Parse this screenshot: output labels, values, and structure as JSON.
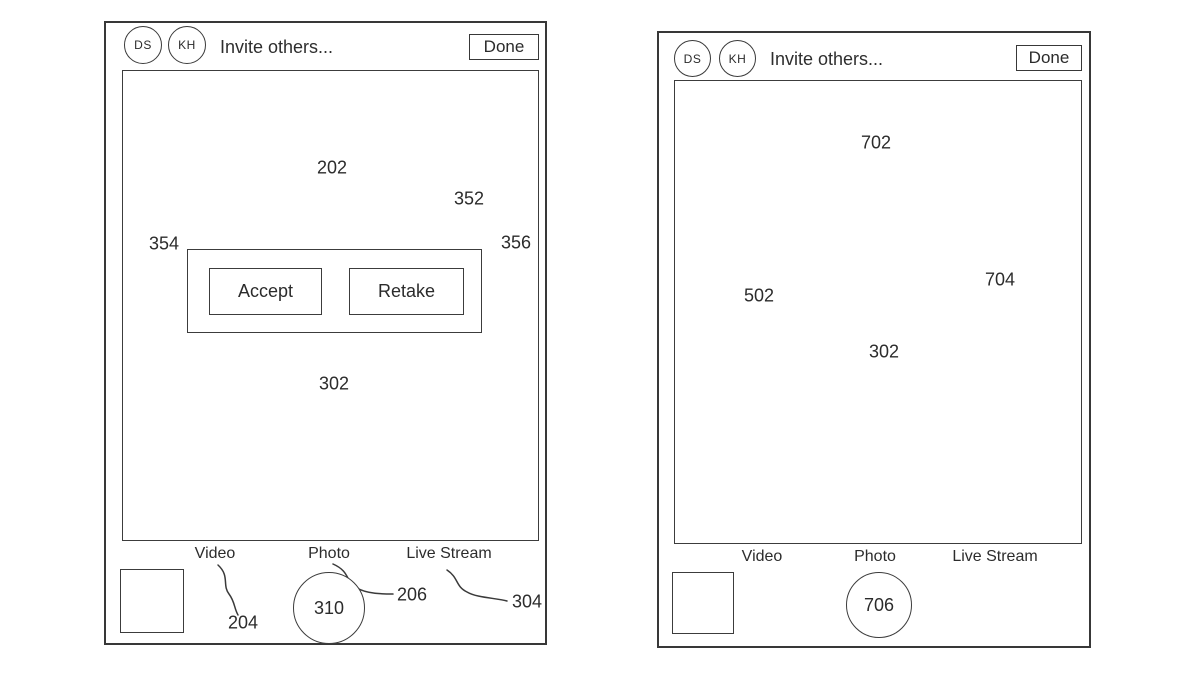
{
  "panels": {
    "left": {
      "avatar1": "DS",
      "avatar2": "KH",
      "title": "Invite others...",
      "done": "Done",
      "ref_viewport": "202",
      "ref_overlay": "352",
      "ref_overlay_left": "354",
      "ref_overlay_right": "356",
      "accept": "Accept",
      "retake": "Retake",
      "ref_person": "302",
      "mode_video": "Video",
      "mode_photo": "Photo",
      "mode_live": "Live Stream",
      "ref_video": "204",
      "ref_photo": "206",
      "ref_live": "304",
      "ref_shutter": "310"
    },
    "right": {
      "avatar1": "DS",
      "avatar2": "KH",
      "title": "Invite others...",
      "done": "Done",
      "ref_viewport": "702",
      "ref_person_left": "502",
      "ref_person_right": "704",
      "ref_person_center": "302",
      "mode_video": "Video",
      "mode_photo": "Photo",
      "mode_live": "Live Stream",
      "ref_shutter": "706"
    }
  },
  "colors": {
    "line": "#3a3a3a",
    "background": "#ffffff"
  }
}
